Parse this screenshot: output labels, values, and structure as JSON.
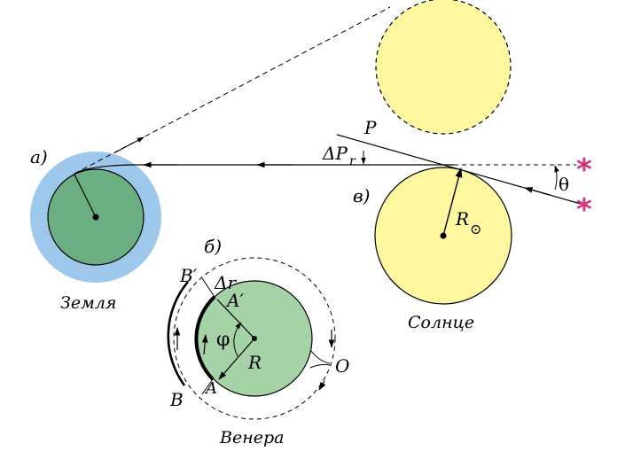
{
  "labels": {
    "a": "а)",
    "b": "б)",
    "v": "в)",
    "earth": "Земля",
    "sun": "Солнце",
    "venus": "Венера",
    "P": "P",
    "dPr_main": "ΔP",
    "dPr_sub": "r",
    "theta": "θ",
    "R_sun_main": "R",
    "R_sun_sub": "⊙",
    "Bp": "B′",
    "dr": "Δr",
    "Ap": "A′",
    "phi": "φ",
    "R": "R",
    "O": "O",
    "A": "A",
    "B": "B",
    "star_top": "*",
    "star_bottom": "*"
  },
  "colors": {
    "earth_atmosphere": "#9dc8ec",
    "earth_body": "#6aae82",
    "sun": "#fdf7a0",
    "venus": "#a6d2a8",
    "star": "#d6307a",
    "line": "#000000"
  }
}
